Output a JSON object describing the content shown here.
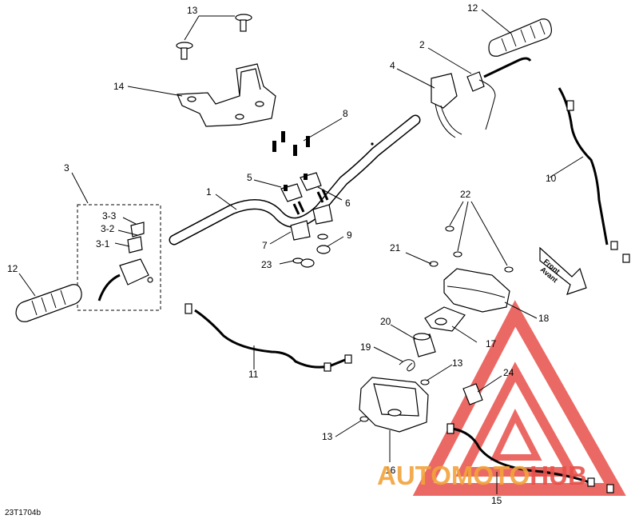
{
  "diagram_code": "23T1704b",
  "front_label": [
    "Front",
    "Avant"
  ],
  "callouts": {
    "c1": "1",
    "c2": "2",
    "c3": "3",
    "c3_1": "3-1",
    "c3_2": "3-2",
    "c3_3": "3-3",
    "c4": "4",
    "c5": "5",
    "c6": "6",
    "c7": "7",
    "c8": "8",
    "c9": "9",
    "c10": "10",
    "c11": "11",
    "c12a": "12",
    "c12b": "12",
    "c13a": "13",
    "c13b": "13",
    "c13c": "13",
    "c14": "14",
    "c15": "15",
    "c16": "16",
    "c17": "17",
    "c18": "18",
    "c19": "19",
    "c20": "20",
    "c21": "21",
    "c22": "22",
    "c23": "23",
    "c24": "24"
  },
  "watermark": {
    "part1": "AUTOMOTO",
    "part2": "HUB"
  },
  "colors": {
    "watermark_red": "#e8504a",
    "watermark_orange": "#f2a33a",
    "line": "#000000"
  }
}
